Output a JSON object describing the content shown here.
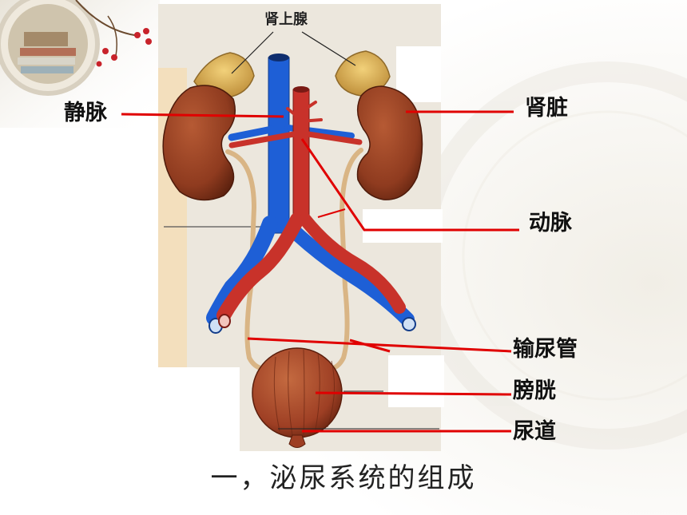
{
  "diagram": {
    "top_label": "肾上腺",
    "labels": {
      "vein": "静脉",
      "kidney": "肾脏",
      "artery": "动脉",
      "ureter": "输尿管",
      "bladder": "膀胱",
      "urethra": "尿道"
    },
    "title": "一，泌尿系统的组成",
    "colors": {
      "leader_line": "#e00000",
      "vein": "#1e5fd6",
      "artery": "#c8322a",
      "kidney": "#8f3b1f",
      "adrenal": "#d8a84a",
      "bladder": "#9e3f24",
      "ureter": "#d9b585"
    }
  }
}
